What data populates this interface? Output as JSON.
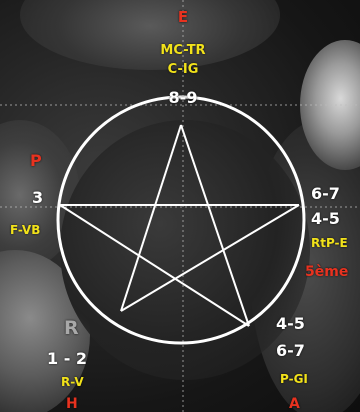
{
  "colors": {
    "element": "#e8321f",
    "meridian": "#f2e21a",
    "number": "#ffffff",
    "muted": "#a9a9a9",
    "lines": "#ffffff"
  },
  "labels": {
    "top_element": "E",
    "top_meridian_1": "MC-TR",
    "top_meridian_2": "C-IG",
    "top_numbers": "8-9",
    "left_element": "P",
    "left_number": "3",
    "left_meridian": "F-VB",
    "right_numbers_1": "6-7",
    "right_numbers_2": "4-5",
    "right_meridian": "RtP-E",
    "right_element": "5ème",
    "bottom_left_letter": "R",
    "bottom_left_numbers": "1 - 2",
    "bottom_left_meridian": "R-V",
    "bottom_left_element": "H",
    "bottom_right_numbers_1": "4-5",
    "bottom_right_numbers_2": "6-7",
    "bottom_right_meridian": "P-GI",
    "bottom_right_element": "A"
  }
}
